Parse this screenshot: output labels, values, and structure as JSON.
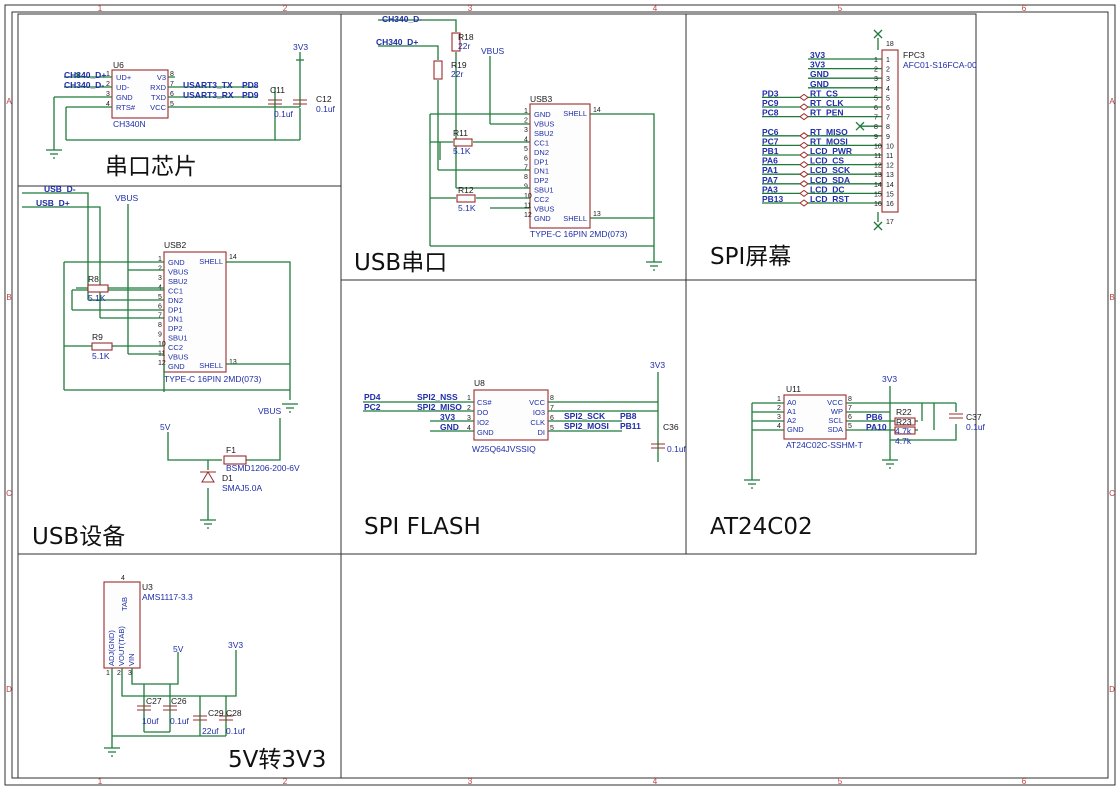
{
  "ruler": {
    "columns": [
      "1",
      "2",
      "3",
      "4",
      "5",
      "6"
    ],
    "rows": [
      "A",
      "B",
      "C",
      "D"
    ]
  },
  "sections": {
    "serial_chip": "串口芯片",
    "usb_serial": "USB串口",
    "spi_screen": "SPI屏幕",
    "usb_device": "USB设备",
    "spi_flash": "SPI FLASH",
    "at24c02": "AT24C02",
    "regulator": "5V转3V3"
  },
  "u6": {
    "ref": "U6",
    "part": "CH340N",
    "pins_left": [
      "UD+",
      "UD-",
      "GND",
      "RTS#"
    ],
    "pins_right": [
      "V3",
      "RXD",
      "TXD",
      "VCC"
    ],
    "nums_left": [
      "1",
      "2",
      "3",
      "4"
    ],
    "nums_right": [
      "8",
      "7",
      "6",
      "5"
    ],
    "net_dp": "CH340_D+",
    "net_dm": "CH340_D-",
    "net_tx": "USART3_TX",
    "net_rx": "USART3_RX",
    "pd8": "PD8",
    "pd9": "PD9",
    "c11": "C11",
    "c11v": "0.1uf",
    "c12": "C12",
    "c12v": "0.1uf",
    "pwr": "3V3"
  },
  "usb3": {
    "ref": "USB3",
    "part": "TYPE-C 16PIN 2MD(073)",
    "pins": [
      "GND",
      "VBUS",
      "SBU2",
      "CC1",
      "DN2",
      "DP1",
      "DN1",
      "DP2",
      "SBU1",
      "CC2",
      "VBUS",
      "GND"
    ],
    "nums": [
      "1",
      "2",
      "3",
      "4",
      "5",
      "6",
      "7",
      "8",
      "9",
      "10",
      "11",
      "12"
    ],
    "shell": "SHELL",
    "shell_top": "14",
    "shell_bot": "13",
    "net_dm": "CH340_D-",
    "net_dp": "CH340_D+",
    "r18": "R18",
    "r18v": "22r",
    "r19": "R19",
    "r19v": "22r",
    "r11": "R11",
    "r11v": "5.1K",
    "r12": "R12",
    "r12v": "5.1K",
    "vbus": "VBUS"
  },
  "fpc3": {
    "ref": "FPC3",
    "part": "AFC01-S16FCA-00",
    "nets": [
      "3V3",
      "3V3",
      "GND",
      "GND",
      "RT_CS",
      "RT_CLK",
      "RT_PEN",
      "",
      "RT_MISO",
      "RT_MOSI",
      "LCD_PWR",
      "LCD_CS",
      "LCD_SCK",
      "LCD_SDA",
      "LCD_DC",
      "LCD_RST"
    ],
    "ports": [
      "",
      "",
      "",
      "",
      "PD3",
      "PC9",
      "PC8",
      "",
      "PC6",
      "PC7",
      "PB1",
      "PA6",
      "PA1",
      "PA7",
      "PA3",
      "PB13"
    ],
    "top_num": "18",
    "bot_num": "17"
  },
  "usb2": {
    "ref": "USB2",
    "part": "TYPE-C 16PIN 2MD(073)",
    "pins": [
      "GND",
      "VBUS",
      "SBU2",
      "CC1",
      "DN2",
      "DP1",
      "DN1",
      "DP2",
      "SBU1",
      "CC2",
      "VBUS",
      "GND"
    ],
    "nums": [
      "1",
      "2",
      "3",
      "4",
      "5",
      "6",
      "7",
      "8",
      "9",
      "10",
      "11",
      "12"
    ],
    "shell": "SHELL",
    "shell_top": "14",
    "shell_bot": "13",
    "net_dm": "USB_D-",
    "net_dp": "USB_D+",
    "r8": "R8",
    "r8v": "5.1K",
    "r9": "R9",
    "r9v": "5.1K",
    "vbus": "VBUS",
    "vbus2": "VBUS",
    "f1": "F1",
    "f1v": "BSMD1206-200-6V",
    "d1": "D1",
    "d1v": "SMAJ5.0A",
    "p5v": "5V"
  },
  "u8": {
    "ref": "U8",
    "part": "W25Q64JVSSIQ",
    "pins_left": [
      "CS#",
      "DO",
      "IO2",
      "GND"
    ],
    "pins_right": [
      "VCC",
      "IO3",
      "CLK",
      "DI"
    ],
    "nums_left": [
      "1",
      "2",
      "3",
      "4"
    ],
    "nums_right": [
      "8",
      "7",
      "6",
      "5"
    ],
    "pd4": "PD4",
    "pc2": "PC2",
    "nss": "SPI2_NSS",
    "miso": "SPI2_MISO",
    "v33": "3V3",
    "gnd": "GND",
    "sck": "SPI2_SCK",
    "mosi": "SPI2_MOSI",
    "pb8": "PB8",
    "pb11": "PB11",
    "c36": "C36",
    "c36v": "0.1uf",
    "pwr": "3V3"
  },
  "u11": {
    "ref": "U11",
    "part": "AT24C02C-SSHM-T",
    "pins_left": [
      "A0",
      "A1",
      "A2",
      "GND"
    ],
    "pins_right": [
      "VCC",
      "WP",
      "SCL",
      "SDA"
    ],
    "nums_left": [
      "1",
      "2",
      "3",
      "4"
    ],
    "nums_right": [
      "8",
      "7",
      "6",
      "5"
    ],
    "pb6": "PB6",
    "pa10": "PA10",
    "r22": "R22",
    "r23": "R23",
    "rv": "4.7k",
    "rv2": "4.7k",
    "c37": "C37",
    "c37v": "0.1uf",
    "pwr": "3V3"
  },
  "u3": {
    "ref": "U3",
    "part": "AMS1117-3.3",
    "tab": "TAB",
    "tabnum": "4",
    "pins": [
      "ADJ(GND)",
      "VOUT(TAB)",
      "VIN"
    ],
    "nums": [
      "1",
      "2",
      "3"
    ],
    "c27": "C27",
    "c27v": "10uf",
    "c26": "C26",
    "c26v": "0.1uf",
    "c29": "C29",
    "c29v": "22uf",
    "c28": "C28",
    "c28v": "0.1uf",
    "p5v": "5V",
    "p3v3": "3V3"
  }
}
